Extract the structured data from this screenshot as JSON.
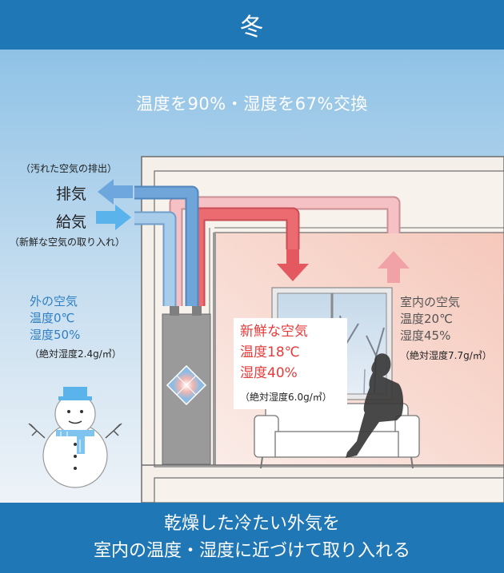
{
  "header": {
    "title": "冬"
  },
  "headline": "温度を90%・湿度を67%交換",
  "exhaust": {
    "note": "（汚れた空気の排出）",
    "label": "排気"
  },
  "supply": {
    "label": "給気",
    "note": "（新鮮な空気の取り入れ）"
  },
  "outdoor": {
    "title": "外の空気",
    "temp": "温度0℃",
    "humidity": "湿度50%",
    "absolute": "（絶対湿度2.4g/㎥）"
  },
  "fresh": {
    "title": "新鮮な空気",
    "temp": "温度18℃",
    "humidity": "湿度40%",
    "absolute": "（絶対湿度6.0g/㎥）"
  },
  "indoor": {
    "title": "室内の空気",
    "temp": "温度20℃",
    "humidity": "湿度45%",
    "absolute": "（絶対湿度7.7g/㎥）"
  },
  "footer": {
    "line1": "乾燥した冷たい外気を",
    "line2": "室内の温度・湿度に近づけて取り入れる"
  },
  "colors": {
    "header_bg": "#2077b6",
    "fresh_red": "#e53b3b",
    "outdoor_blue": "#2f7fc2",
    "duct_pink": "#f0a9ad",
    "duct_blue": "#7fb6e0"
  }
}
